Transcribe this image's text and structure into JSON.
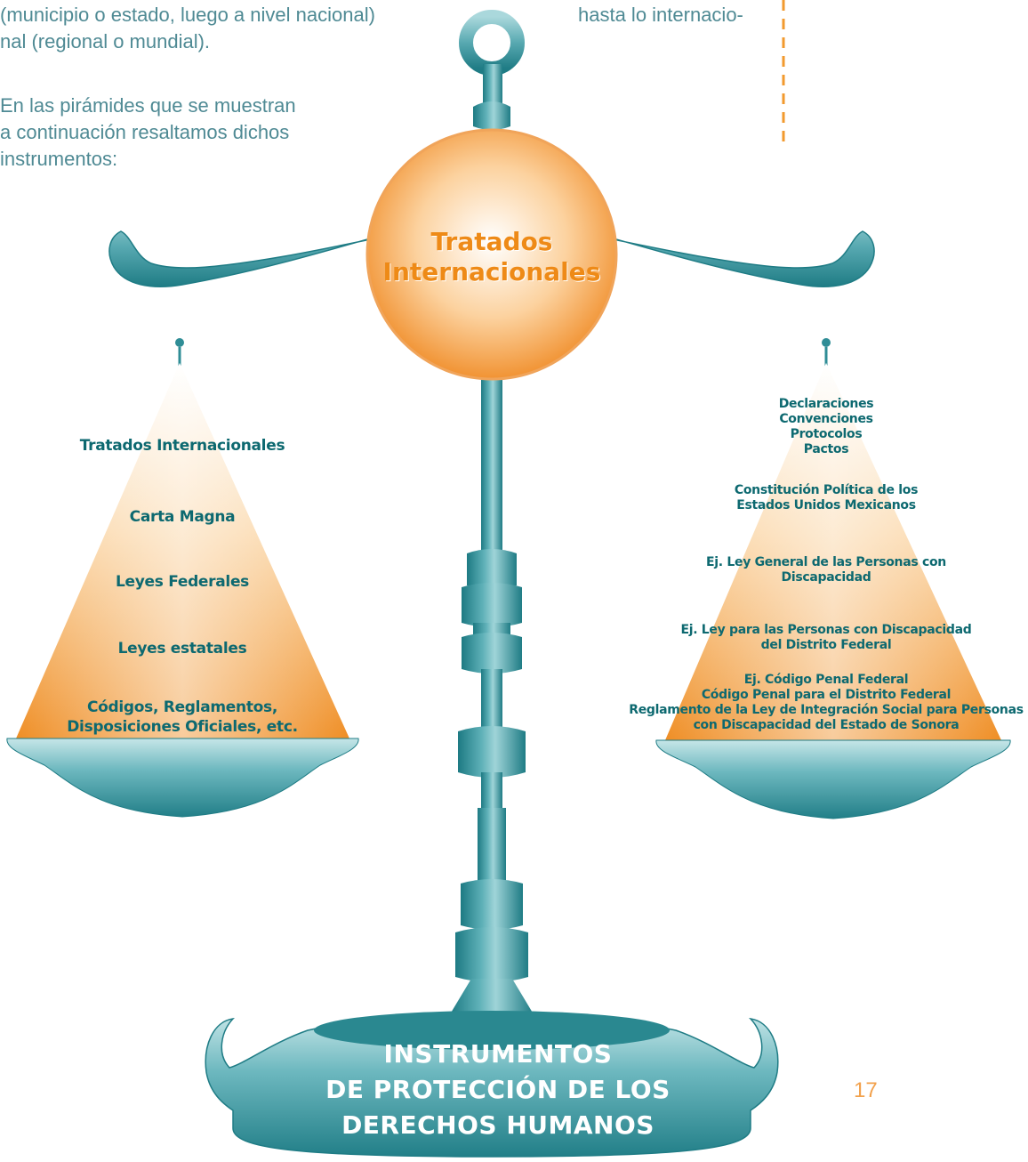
{
  "colors": {
    "teal": "#2f8d96",
    "teal_light": "#7fc2c8",
    "orange": "#ef8e25",
    "orange_light": "#fbd9a8",
    "label_teal": "#0d6970",
    "intro_text": "#4f8a94",
    "page_number": "#f2a14c",
    "dashed_rule": "#f29a2e"
  },
  "intro": {
    "left_lines": "(municipio o estado, luego a nivel nacional)\nnal (regional o mundial).",
    "left_paragraph": "En las pirámides que se muestran\na continuación resaltamos dichos\ninstrumentos:",
    "right_text": "hasta lo internacio-"
  },
  "center_title": "Tratados\nInternacionales",
  "left_pyramid": {
    "levels": [
      "Tratados Internacionales",
      "Carta Magna",
      "Leyes Federales",
      "Leyes estatales",
      "Códigos, Reglamentos,\nDisposiciones Oficiales, etc."
    ]
  },
  "right_pyramid": {
    "levels": [
      "Declaraciones\nConvenciones\nProtocolos\nPactos",
      "Constitución Política de los\nEstados Unidos Mexicanos",
      "Ej. Ley General de las Personas con\nDiscapacidad",
      "Ej.  Ley para las Personas con Discapacidad\ndel Distrito Federal",
      "Ej. Código Penal Federal\nCódigo Penal para el Distrito Federal\nReglamento de la Ley de Integración Social para Personas\ncon Discapacidad del Estado de Sonora"
    ]
  },
  "base_title": "INSTRUMENTOS\nDE PROTECCIÓN DE LOS\nDERECHOS HUMANOS",
  "page_number": "17"
}
